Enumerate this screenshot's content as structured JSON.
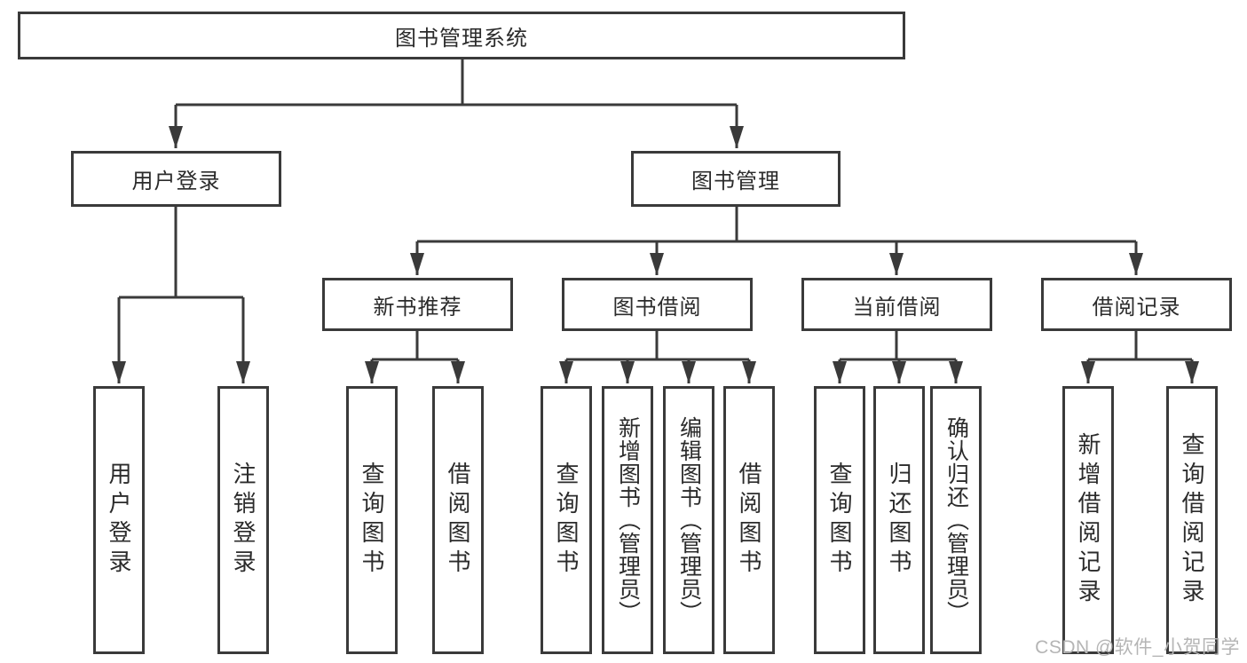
{
  "colors": {
    "line": "#3a3a3a",
    "text": "#2b2b2b",
    "background": "#ffffff",
    "watermark": "#b5b5b5"
  },
  "watermark": {
    "text": "CSDN @软件_小贺同学"
  },
  "diagram": {
    "root": {
      "label": "图书管理系统"
    },
    "level2": [
      {
        "id": "user-login",
        "label": "用户登录",
        "parent": "图书管理系统"
      },
      {
        "id": "book-management",
        "label": "图书管理",
        "parent": "图书管理系统"
      }
    ],
    "level3": [
      {
        "id": "new-book-recommendation",
        "label": "新书推荐",
        "parent": "图书管理"
      },
      {
        "id": "book-borrowing",
        "label": "图书借阅",
        "parent": "图书管理"
      },
      {
        "id": "current-borrowing",
        "label": "当前借阅",
        "parent": "图书管理"
      },
      {
        "id": "borrowing-records",
        "label": "借阅记录",
        "parent": "图书管理"
      }
    ],
    "leaves": [
      {
        "id": "user-login",
        "label": "用户登录",
        "parent": "用户登录"
      },
      {
        "id": "logout",
        "label": "注销登录",
        "parent": "用户登录"
      },
      {
        "id": "query-books-rec",
        "label": "查询图书",
        "parent": "新书推荐"
      },
      {
        "id": "borrow-books-rec",
        "label": "借阅图书",
        "parent": "新书推荐"
      },
      {
        "id": "query-books-bb",
        "label": "查询图书",
        "parent": "图书借阅"
      },
      {
        "id": "add-books-admin",
        "label": "新增图书（管理员）",
        "parent": "图书借阅"
      },
      {
        "id": "edit-books-admin",
        "label": "编辑图书（管理员）",
        "parent": "图书借阅"
      },
      {
        "id": "borrow-books-bb",
        "label": "借阅图书",
        "parent": "图书借阅"
      },
      {
        "id": "query-books-cb",
        "label": "查询图书",
        "parent": "当前借阅"
      },
      {
        "id": "return-books",
        "label": "归还图书",
        "parent": "当前借阅"
      },
      {
        "id": "confirm-return-admin",
        "label": "确认归还（管理员）",
        "parent": "当前借阅"
      },
      {
        "id": "add-borrow-record",
        "label": "新增借阅记录",
        "parent": "借阅记录"
      },
      {
        "id": "query-borrow-record",
        "label": "查询借阅记录",
        "parent": "借阅记录"
      }
    ]
  }
}
